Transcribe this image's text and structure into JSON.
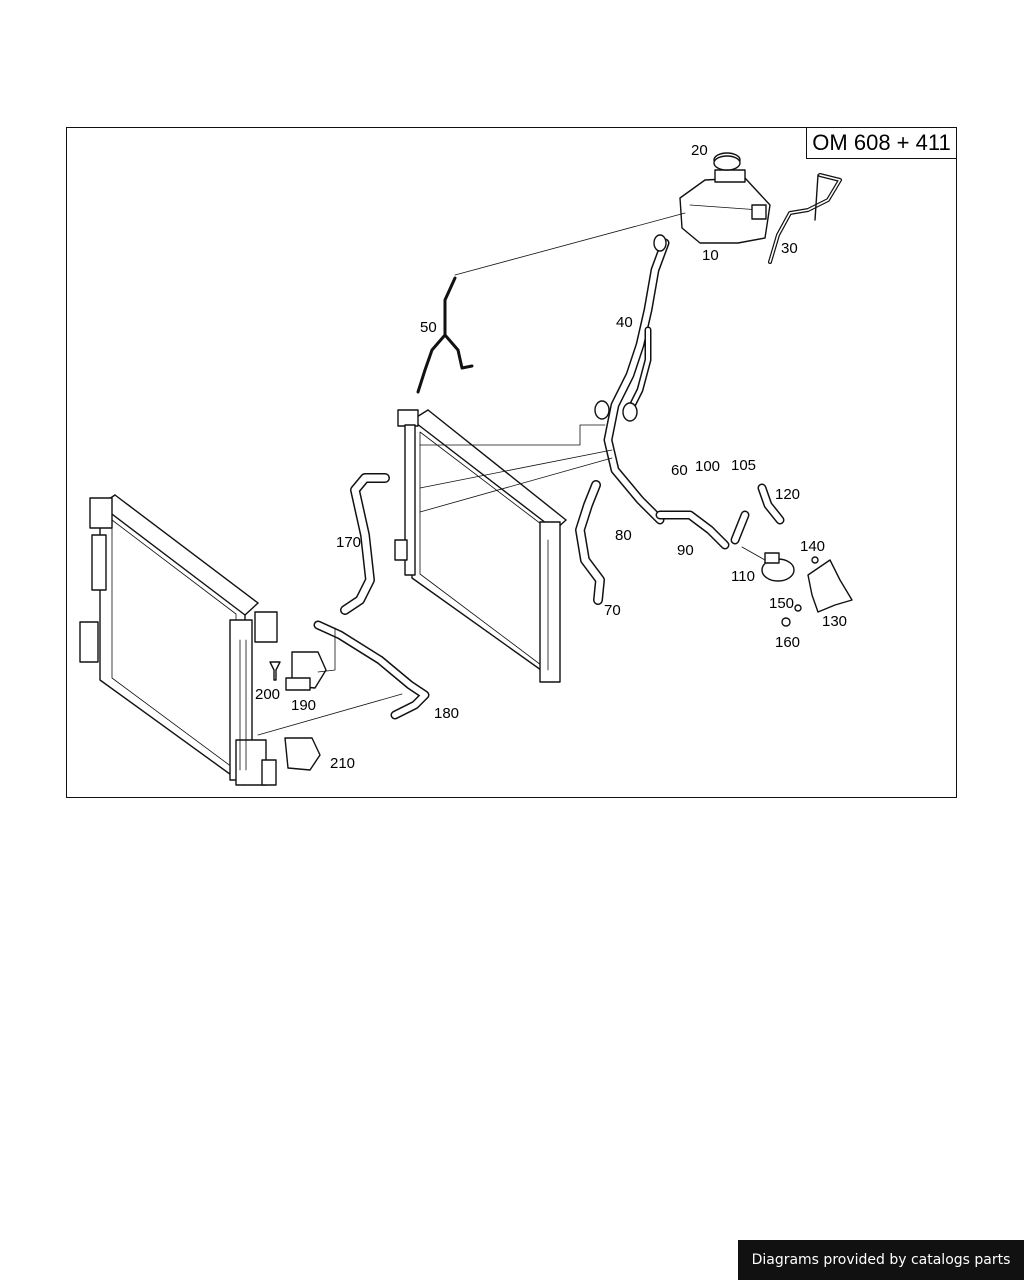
{
  "header": {
    "engine_code": "OM 608 + 411"
  },
  "footer": {
    "credit": "Diagrams provided by catalogs parts"
  },
  "callouts": {
    "c10": "10",
    "c20": "20",
    "c30": "30",
    "c40": "40",
    "c50": "50",
    "c60": "60",
    "c70": "70",
    "c80": "80",
    "c90": "90",
    "c100": "100",
    "c105": "105",
    "c110": "110",
    "c120": "120",
    "c130": "130",
    "c140": "140",
    "c150": "150",
    "c160": "160",
    "c170": "170",
    "c180": "180",
    "c190": "190",
    "c200": "200",
    "c210": "210"
  }
}
